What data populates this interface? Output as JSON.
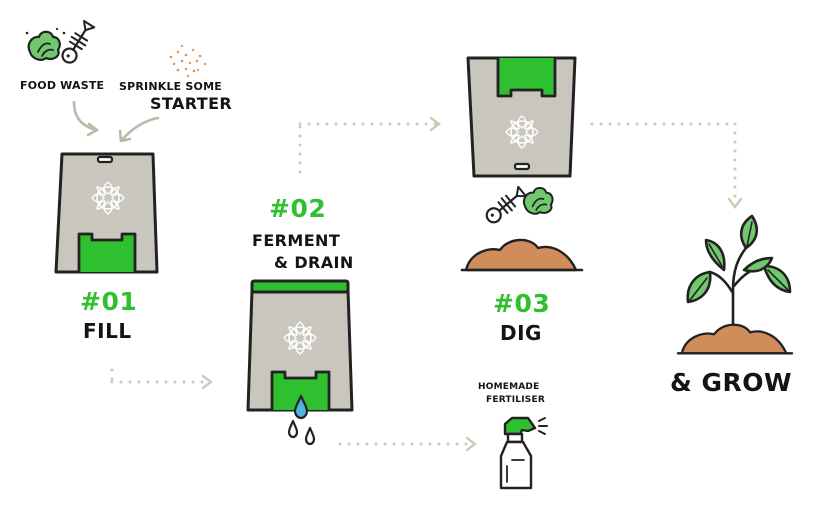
{
  "labels": {
    "food_waste": "FOOD WASTE",
    "sprinkle_line1": "SPRINKLE SOME",
    "sprinkle_line2": "STARTER",
    "step1_number": "#01",
    "step1_label": "FILL",
    "step2_number": "#02",
    "step2_line1": "FERMENT",
    "step2_line2": "& DRAIN",
    "step3_number": "#03",
    "step3_label": "DIG",
    "fertiliser_line1": "HOMEMADE",
    "fertiliser_line2": "FERTILISER",
    "grow": "& GROW"
  },
  "colors": {
    "accent_green": "#2ec02e",
    "bin_grey": "#c9c6bd",
    "soil": "#d08c5a",
    "leaf": "#71c96e",
    "droplet": "#4fb3e0",
    "outline": "#222222",
    "dotted_arrow": "#cfcab8"
  },
  "icons": [
    "lettuce-icon",
    "fish-bone-icon",
    "starter-sprinkle-icon",
    "bokashi-bin-icon",
    "soil-mound-icon",
    "seedling-plant-icon",
    "spray-bottle-icon",
    "water-drop-icon"
  ]
}
